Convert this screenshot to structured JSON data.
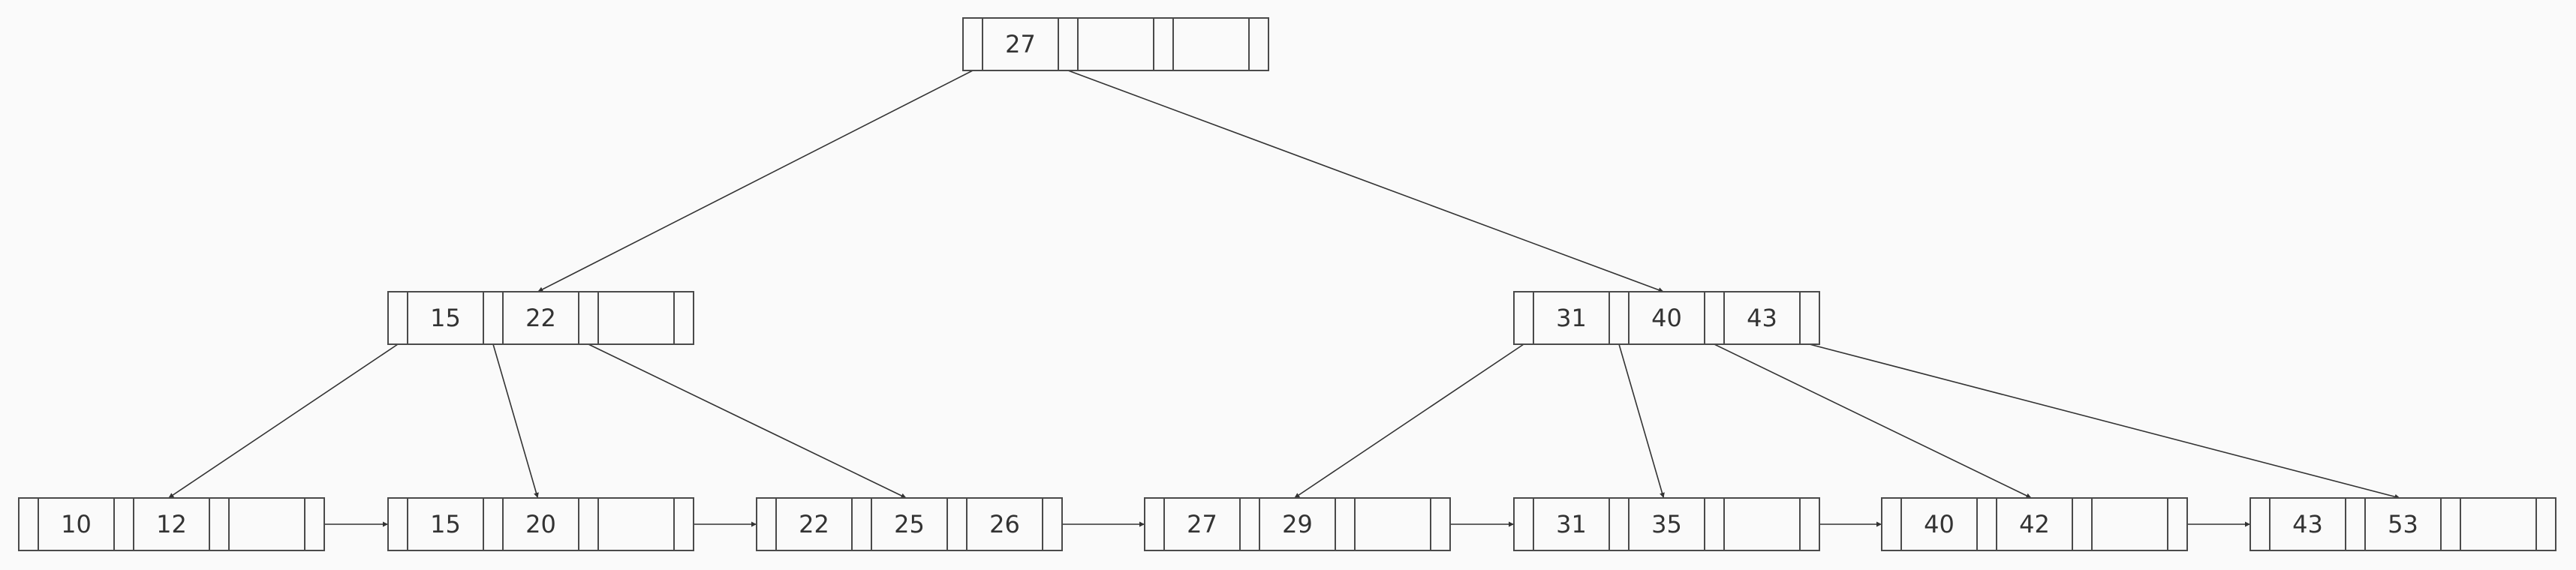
{
  "diagram": {
    "type": "b-plus-tree",
    "slots_per_node": 3,
    "colors": {
      "background": "#fafafa",
      "node_border": "#4a4a4a",
      "edge": "#333333",
      "text": "#333333"
    },
    "nodes": [
      {
        "id": "root",
        "level": 0,
        "keys": [
          "27"
        ]
      },
      {
        "id": "int-left",
        "level": 1,
        "keys": [
          "15",
          "22"
        ]
      },
      {
        "id": "int-right",
        "level": 1,
        "keys": [
          "31",
          "40",
          "43"
        ]
      },
      {
        "id": "leaf-1",
        "level": 2,
        "keys": [
          "10",
          "12"
        ]
      },
      {
        "id": "leaf-2",
        "level": 2,
        "keys": [
          "15",
          "20"
        ]
      },
      {
        "id": "leaf-3",
        "level": 2,
        "keys": [
          "22",
          "25",
          "26"
        ]
      },
      {
        "id": "leaf-4",
        "level": 2,
        "keys": [
          "27",
          "29"
        ]
      },
      {
        "id": "leaf-5",
        "level": 2,
        "keys": [
          "31",
          "35"
        ]
      },
      {
        "id": "leaf-6",
        "level": 2,
        "keys": [
          "40",
          "42"
        ]
      },
      {
        "id": "leaf-7",
        "level": 2,
        "keys": [
          "43",
          "53"
        ]
      }
    ],
    "child_edges": [
      {
        "from": "root",
        "pointer": 0,
        "to": "int-left"
      },
      {
        "from": "root",
        "pointer": 1,
        "to": "int-right"
      },
      {
        "from": "int-left",
        "pointer": 0,
        "to": "leaf-1"
      },
      {
        "from": "int-left",
        "pointer": 1,
        "to": "leaf-2"
      },
      {
        "from": "int-left",
        "pointer": 2,
        "to": "leaf-3"
      },
      {
        "from": "int-right",
        "pointer": 0,
        "to": "leaf-4"
      },
      {
        "from": "int-right",
        "pointer": 1,
        "to": "leaf-5"
      },
      {
        "from": "int-right",
        "pointer": 2,
        "to": "leaf-6"
      },
      {
        "from": "int-right",
        "pointer": 3,
        "to": "leaf-7"
      }
    ],
    "sibling_edges": [
      {
        "from": "leaf-1",
        "to": "leaf-2"
      },
      {
        "from": "leaf-2",
        "to": "leaf-3"
      },
      {
        "from": "leaf-3",
        "to": "leaf-4"
      },
      {
        "from": "leaf-4",
        "to": "leaf-5"
      },
      {
        "from": "leaf-5",
        "to": "leaf-6"
      },
      {
        "from": "leaf-6",
        "to": "leaf-7"
      }
    ]
  }
}
